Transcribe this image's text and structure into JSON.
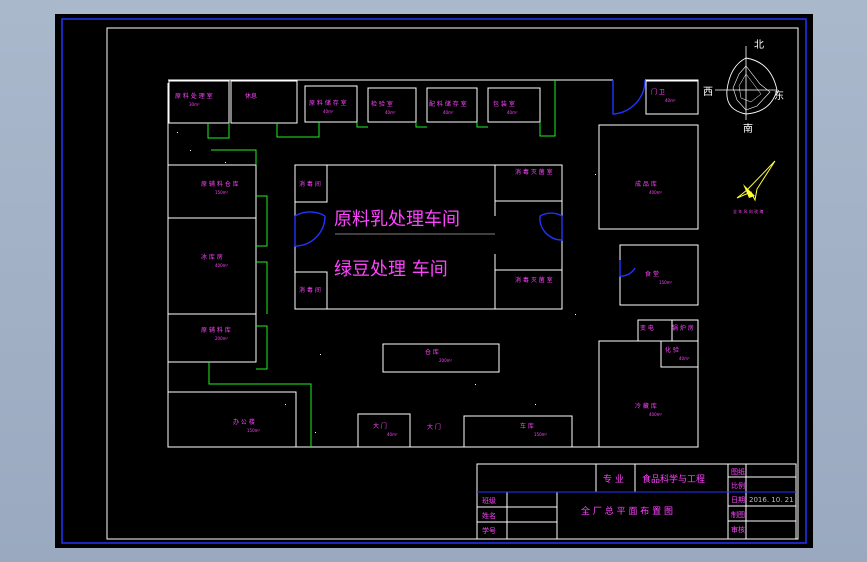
{
  "drawing": {
    "processing_lines": [
      "原料乳处理车间",
      "绿豆处理 车间"
    ],
    "rooms": {
      "r_top1": {
        "label": "原 料 处 理 室",
        "area": "30m²"
      },
      "r_top2": {
        "label": "休息",
        "area": ""
      },
      "r_top3": {
        "label": "原 料 储 存 室",
        "area": "40m²"
      },
      "r_top4": {
        "label": "检 验 室",
        "area": "40m²"
      },
      "r_top5": {
        "label": "配 料 储 存 室",
        "area": "40m²"
      },
      "r_top6": {
        "label": "包 装 室",
        "area": "40m²"
      },
      "r_guard": {
        "label": "门 卫",
        "area": "40m²"
      },
      "r_left1": {
        "label": "原 辅 料 仓 库",
        "area": "150m²"
      },
      "r_left2": {
        "label": "冰 库 房",
        "area": "400m²"
      },
      "r_left3": {
        "label": "原 辅 料 库",
        "area": "200m²"
      },
      "r_bottomleft": {
        "label": "办 公 楼",
        "area": "150m²"
      },
      "r_right1": {
        "label": "成 品 库",
        "area": "400m²"
      },
      "r_right2": {
        "label": "食 堂",
        "area": "150m²"
      },
      "r_right3a": {
        "label": "变 电",
        "area": ""
      },
      "r_right3b": {
        "label": "锅 炉 房",
        "area": ""
      },
      "r_right4": {
        "label": "化 验",
        "area": "40m²"
      },
      "r_right5": {
        "label": "冷 藏 库",
        "area": "400m²"
      },
      "r_center": {
        "label": "仓 库",
        "area": "200m²"
      },
      "r_gate_room": {
        "label": "大 门",
        "area": "40m²"
      },
      "r_gate": {
        "label": "大 门",
        "area": ""
      },
      "r_garage": {
        "label": "车 库",
        "area": "150m²"
      },
      "r_inner1": {
        "label": "消 毒 间",
        "area": ""
      },
      "r_inner2": {
        "label": "消 毒 间",
        "area": ""
      },
      "r_inner3": {
        "label": "消 毒 灭 菌 室",
        "area": ""
      },
      "r_inner4": {
        "label": "消 毒 灭 菌 室",
        "area": ""
      }
    }
  },
  "compass": {
    "north": "北",
    "south": "南",
    "east": "东",
    "west": "西",
    "wind_label": "全 年 风 向 玫 瑰"
  },
  "title_block": {
    "major_label": "专 业",
    "major_value": "食品科学与工程",
    "drawing_title": "全 厂 总 平 面 布 置 图",
    "left_rows": [
      "班级",
      "姓名",
      "学号"
    ],
    "right_rows": [
      "图纸",
      "比例",
      "日期",
      "制图",
      "审核"
    ],
    "date": "2016. 10. 21"
  },
  "colors": {
    "wall": "#ffffff",
    "green_line": "#22ee22",
    "text": "#ff44ff",
    "door": "#2233ff",
    "frame": "#2233ff"
  }
}
